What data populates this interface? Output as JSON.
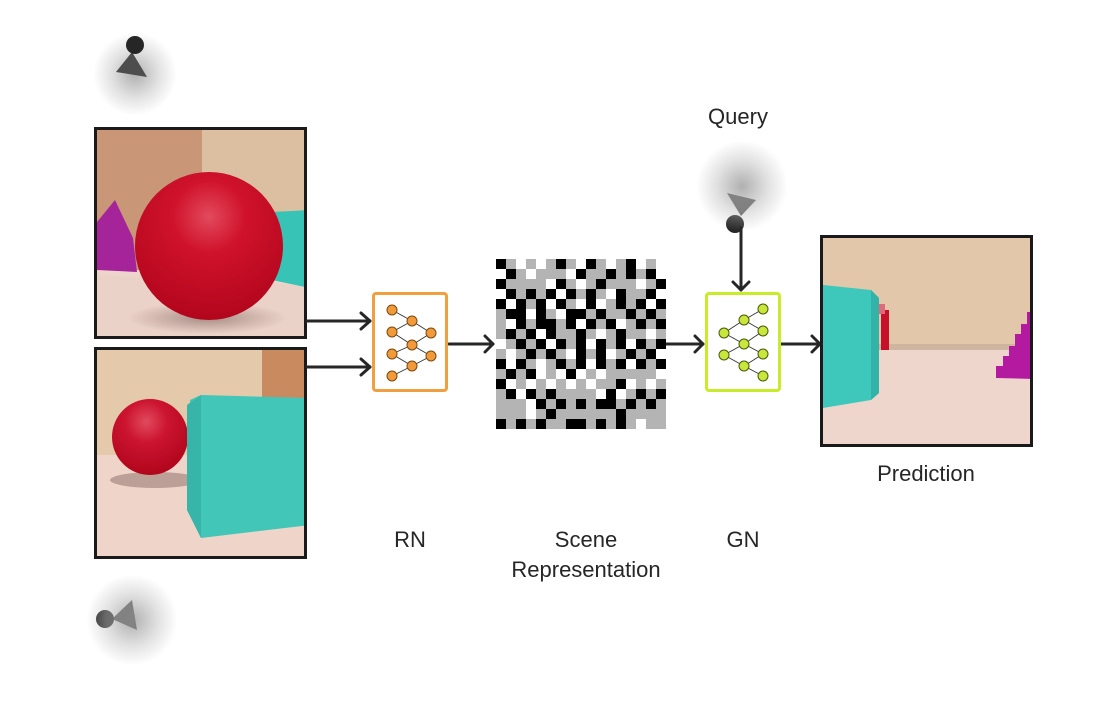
{
  "diagram": {
    "labels": {
      "query": "Query",
      "rn": "RN",
      "scene_line1": "Scene",
      "scene_line2": "Representation",
      "gn": "GN",
      "prediction": "Prediction"
    },
    "colors": {
      "rn_accent": "#f0a040",
      "rn_node": "#f29a3a",
      "gn_accent": "#c8ec2a",
      "gn_node": "#c9e63a",
      "arrow": "#262626",
      "frame": "#1a1a1a",
      "grid_black": "#000000",
      "grid_white": "#ffffff",
      "grid_gray": "#b4b4b4"
    },
    "cameras": [
      {
        "name": "camera-top-input",
        "icon": "camera-icon"
      },
      {
        "name": "camera-bottom-input",
        "icon": "camera-icon"
      },
      {
        "name": "camera-query",
        "icon": "camera-icon"
      }
    ],
    "scene_grid": [
      [
        2,
        0,
        1,
        0,
        1,
        0,
        2,
        0,
        1,
        2,
        0,
        1,
        0,
        2,
        1,
        0,
        1
      ],
      [
        1,
        2,
        0,
        1,
        0,
        0,
        0,
        1,
        2,
        0,
        0,
        2,
        0,
        2,
        0,
        2,
        1
      ],
      [
        2,
        0,
        0,
        0,
        0,
        1,
        2,
        0,
        1,
        0,
        2,
        0,
        0,
        0,
        1,
        0,
        2
      ],
      [
        1,
        2,
        0,
        2,
        0,
        2,
        1,
        2,
        0,
        2,
        0,
        1,
        2,
        0,
        0,
        2,
        1
      ],
      [
        2,
        1,
        2,
        0,
        2,
        1,
        2,
        0,
        1,
        2,
        1,
        0,
        2,
        0,
        2,
        1,
        2
      ],
      [
        0,
        2,
        2,
        1,
        2,
        0,
        1,
        2,
        2,
        0,
        2,
        0,
        0,
        2,
        0,
        2,
        0
      ],
      [
        0,
        1,
        2,
        0,
        2,
        2,
        0,
        2,
        1,
        2,
        0,
        2,
        1,
        0,
        2,
        0,
        2
      ],
      [
        0,
        2,
        0,
        2,
        1,
        2,
        0,
        0,
        2,
        0,
        1,
        0,
        2,
        0,
        0,
        1,
        0
      ],
      [
        1,
        0,
        2,
        0,
        2,
        1,
        2,
        0,
        2,
        1,
        2,
        0,
        2,
        1,
        2,
        0,
        2
      ],
      [
        0,
        1,
        0,
        2,
        0,
        2,
        0,
        1,
        2,
        0,
        2,
        1,
        0,
        2,
        0,
        2,
        1
      ],
      [
        2,
        1,
        2,
        0,
        1,
        0,
        2,
        0,
        2,
        1,
        2,
        0,
        2,
        1,
        2,
        0,
        2
      ],
      [
        0,
        2,
        0,
        2,
        1,
        0,
        1,
        2,
        1,
        0,
        1,
        0,
        0,
        0,
        0,
        0,
        1
      ],
      [
        2,
        1,
        0,
        1,
        0,
        1,
        0,
        1,
        0,
        1,
        0,
        0,
        2,
        1,
        0,
        1,
        0
      ],
      [
        0,
        2,
        1,
        2,
        0,
        2,
        0,
        0,
        0,
        0,
        1,
        2,
        1,
        0,
        2,
        0,
        2
      ],
      [
        0,
        0,
        0,
        1,
        2,
        0,
        2,
        0,
        2,
        0,
        2,
        2,
        0,
        2,
        0,
        2,
        0
      ],
      [
        0,
        0,
        0,
        1,
        0,
        2,
        0,
        0,
        0,
        0,
        0,
        0,
        2,
        0,
        0,
        0,
        0
      ],
      [
        2,
        0,
        2,
        0,
        2,
        0,
        0,
        2,
        2,
        0,
        2,
        0,
        2,
        0,
        1,
        0,
        0
      ]
    ]
  }
}
